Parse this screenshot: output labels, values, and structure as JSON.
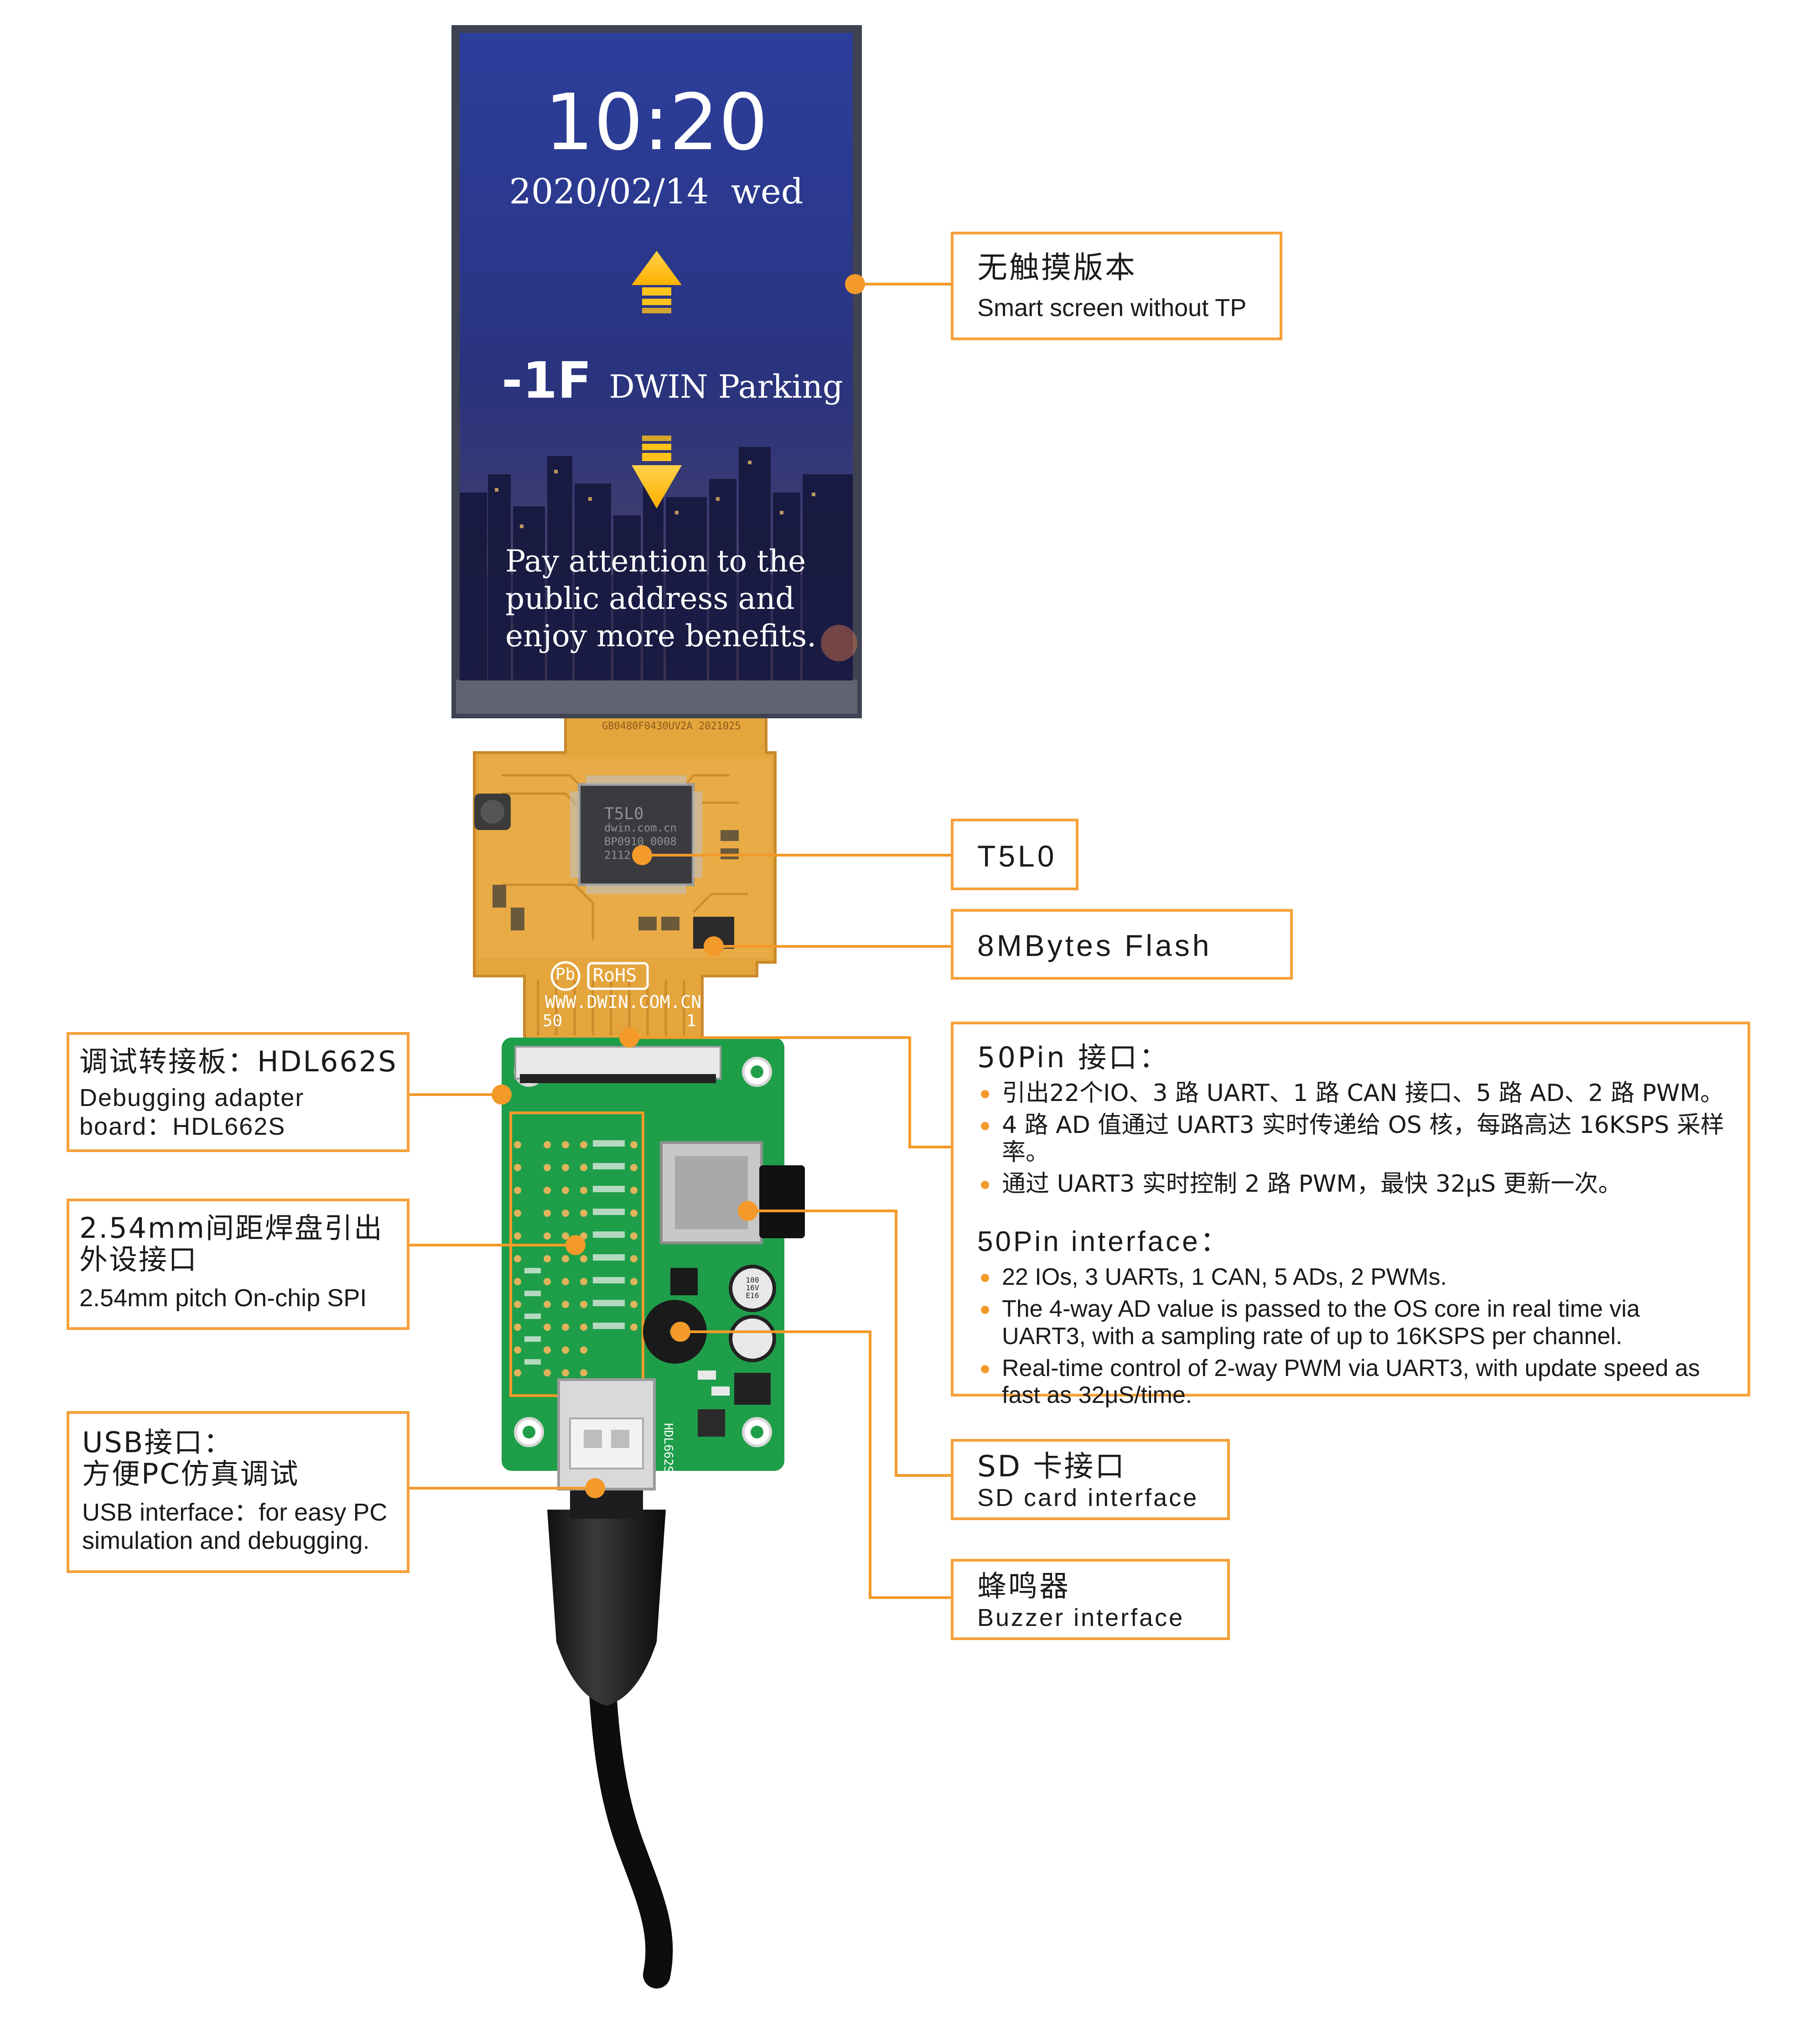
{
  "screen": {
    "time": "10:20",
    "date": "2020/02/14  wed",
    "floor": "-1F",
    "parking": "DWIN Parking",
    "message": [
      "Pay attention to the",
      "public address and",
      "enjoy more benefits."
    ]
  },
  "board": {
    "fpc_code": "GB0480F0430UV2A 2021025",
    "chip_text": [
      "T5L0",
      "dwin.com.cn",
      "BP0910 0008",
      "2112"
    ],
    "rohs": "RoHS",
    "url": "WWW.DWIN.COM.CN",
    "pin_left": "50",
    "pin_right": "1",
    "adapter_label": "HDL662S",
    "cap_text": [
      "100",
      "16V",
      "E16"
    ]
  },
  "callouts": {
    "touch": {
      "zh": "无触摸版本",
      "en": "Smart screen without TP"
    },
    "chip": {
      "label": "T5L0"
    },
    "flash": {
      "label": "8MBytes Flash"
    },
    "pin50": {
      "title_zh": "50Pin 接口：",
      "zh_items": [
        "引出22个IO、3 路 UART、1 路 CAN 接口、5 路 AD、2 路 PWM。",
        "4 路 AD 值通过 UART3 实时传递给 OS 核，每路高达 16KSPS 采样率。",
        "通过 UART3 实时控制 2 路 PWM，最快 32μS 更新一次。"
      ],
      "title_en": "50Pin interface：",
      "en_items": [
        "22 IOs, 3 UARTs, 1 CAN, 5 ADs, 2 PWMs.",
        "The 4-way AD value is passed to the OS core in real time via UART3, with a sampling rate of up to 16KSPS per channel.",
        "Real-time control of 2-way PWM via UART3, with update speed as fast as 32μS/time."
      ]
    },
    "adapter": {
      "zh": "调试转接板：HDL662S",
      "en": "Debugging adapter board：HDL662S"
    },
    "pitch": {
      "zh": "2.54mm间距焊盘引出外设接口",
      "en": "2.54mm pitch On-chip SPI"
    },
    "usb": {
      "zh1": "USB接口：",
      "zh2": "方便PC仿真调试",
      "en": "USB interface：for easy PC simulation and debugging."
    },
    "sd": {
      "zh": "SD 卡接口",
      "en": "SD card interface"
    },
    "buzzer": {
      "zh": "蜂鸣器",
      "en": "Buzzer interface"
    }
  },
  "colors": {
    "accent": "#f39a2a",
    "box_border": "#f5a13a",
    "pcb_green": "#1fa14a",
    "fpc_orange": "#e2a23a",
    "screen_top": "#2b3f9a",
    "screen_bottom": "#1b1e52"
  }
}
